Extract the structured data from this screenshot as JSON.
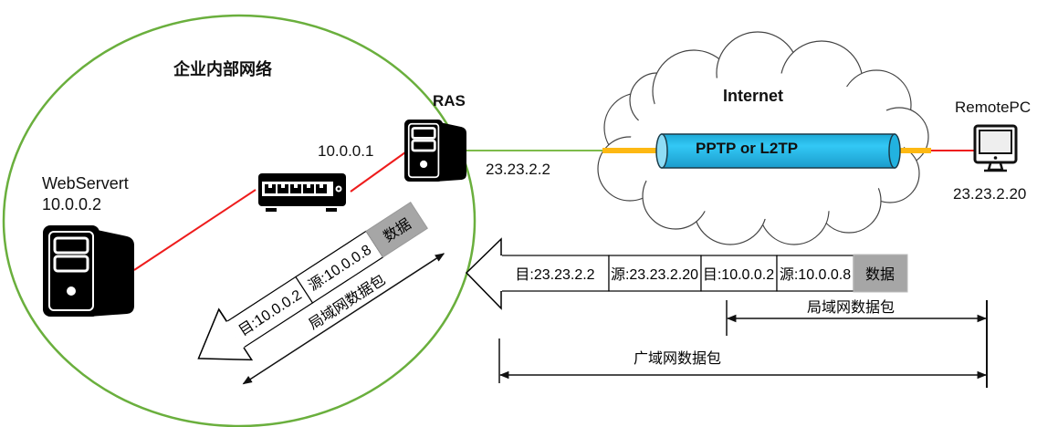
{
  "colors": {
    "lan_line": "#ee1c1c",
    "wan_line": "#7dbb4a",
    "enterprise_circle": "#6aaf3d",
    "tunnel_fill": "#2bbfe8",
    "tunnel_cap": "#fdb813",
    "data_cell_fill": "#a6a6a6"
  },
  "enterprise": {
    "title": "企业内部网络",
    "webserver": {
      "name": "WebServert",
      "ip": "10.0.0.2",
      "icon": "server-tower-icon"
    },
    "switch": {
      "icon": "network-switch-icon"
    },
    "ras": {
      "name": "RAS",
      "lan_ip": "10.0.0.1",
      "wan_ip": "23.23.2.2",
      "icon": "server-tower-icon"
    }
  },
  "internet": {
    "label": "Internet",
    "tunnel_label": "PPTP or L2TP",
    "icon": "cloud-icon"
  },
  "remote": {
    "name": "RemotePC",
    "ip": "23.23.2.20",
    "icon": "desktop-monitor-icon"
  },
  "lan_packet": {
    "cells": [
      {
        "text": "目:10.0.0.2",
        "kind": "header"
      },
      {
        "text": "源:10.0.0.8",
        "kind": "header"
      },
      {
        "text": "数据",
        "kind": "payload"
      }
    ],
    "span_label": "局域网数据包"
  },
  "wan_packet": {
    "cells": [
      {
        "text": "目:23.23.2.2",
        "kind": "header"
      },
      {
        "text": "源:23.23.2.20",
        "kind": "header"
      },
      {
        "text": "目:10.0.0.2",
        "kind": "header"
      },
      {
        "text": "源:10.0.0.8",
        "kind": "header"
      },
      {
        "text": "数据",
        "kind": "payload"
      }
    ],
    "lan_span_label": "局域网数据包",
    "wan_span_label": "广域网数据包"
  }
}
